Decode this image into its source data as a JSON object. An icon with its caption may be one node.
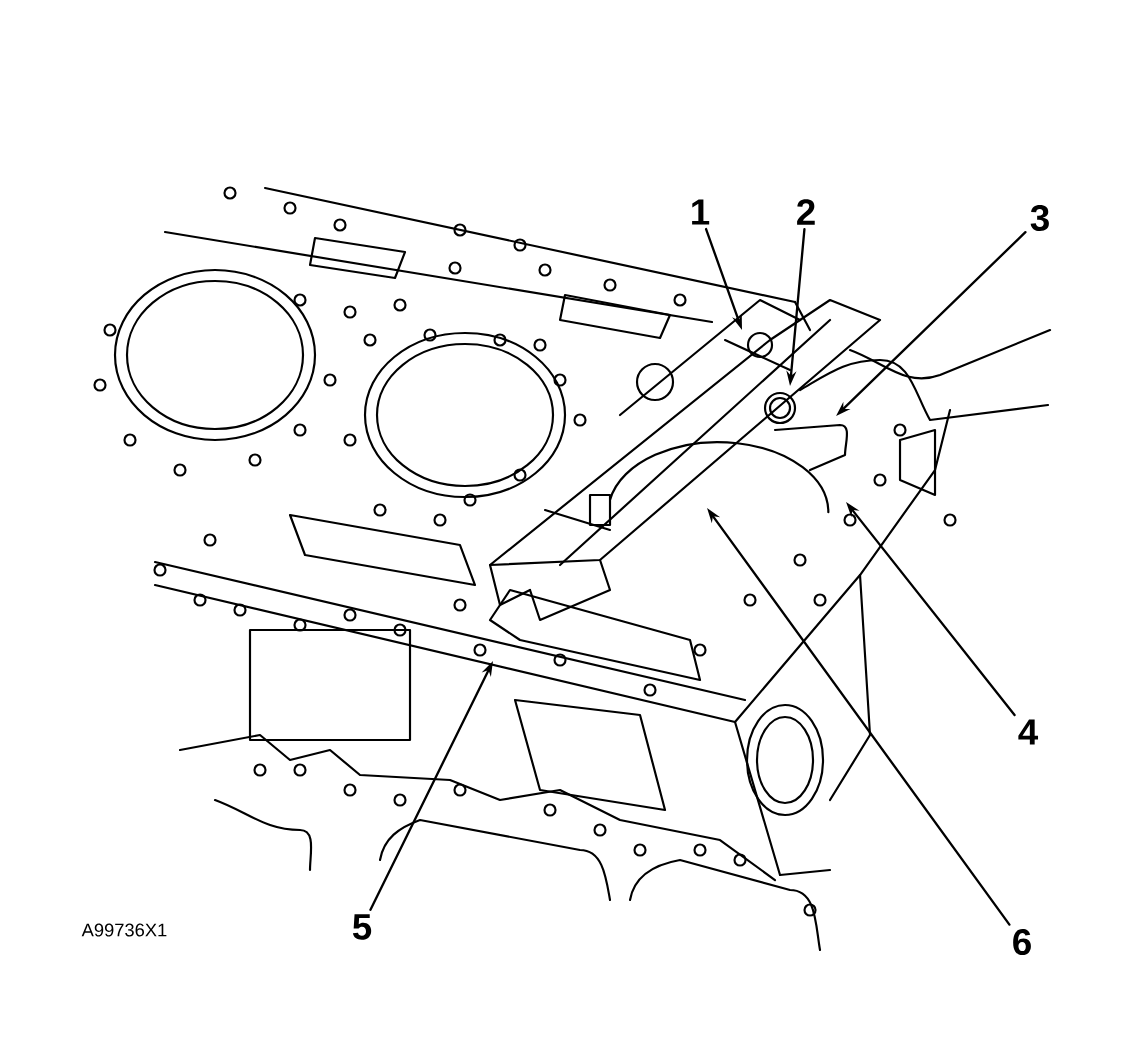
{
  "diagram": {
    "nodes": [
      {
        "text": [
          "1"
        ]
      },
      {
        "text": [
          "2"
        ]
      },
      {
        "text": [
          "3"
        ]
      },
      {
        "text": [
          "4"
        ]
      },
      {
        "text": [
          "5"
        ]
      },
      {
        "text": [
          "6"
        ]
      }
    ],
    "edges": [
      {
        "from": 0,
        "to": null,
        "arrow": "to"
      },
      {
        "from": 1,
        "to": null,
        "arrow": "to"
      },
      {
        "from": 2,
        "to": null,
        "arrow": "to"
      },
      {
        "from": 3,
        "to": null,
        "arrow": "to"
      },
      {
        "from": 4,
        "to": null,
        "arrow": "to"
      },
      {
        "from": 5,
        "to": null,
        "arrow": "to"
      }
    ],
    "labels": [
      "A99736X1"
    ]
  }
}
